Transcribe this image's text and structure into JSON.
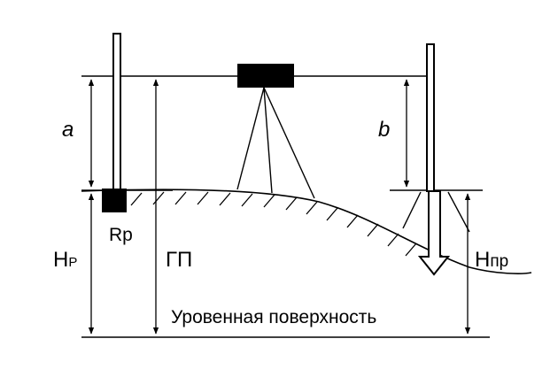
{
  "labels": {
    "a": "a",
    "b": "b",
    "rp": "Rp",
    "h_rp_main": "H",
    "h_rp_sub": "P",
    "gp": "ГП",
    "h_pr_main": "H",
    "h_pr_sub": "пр",
    "level_surface": "Уровенная поверхность"
  },
  "colors": {
    "stroke": "#000000",
    "background": "#ffffff"
  }
}
